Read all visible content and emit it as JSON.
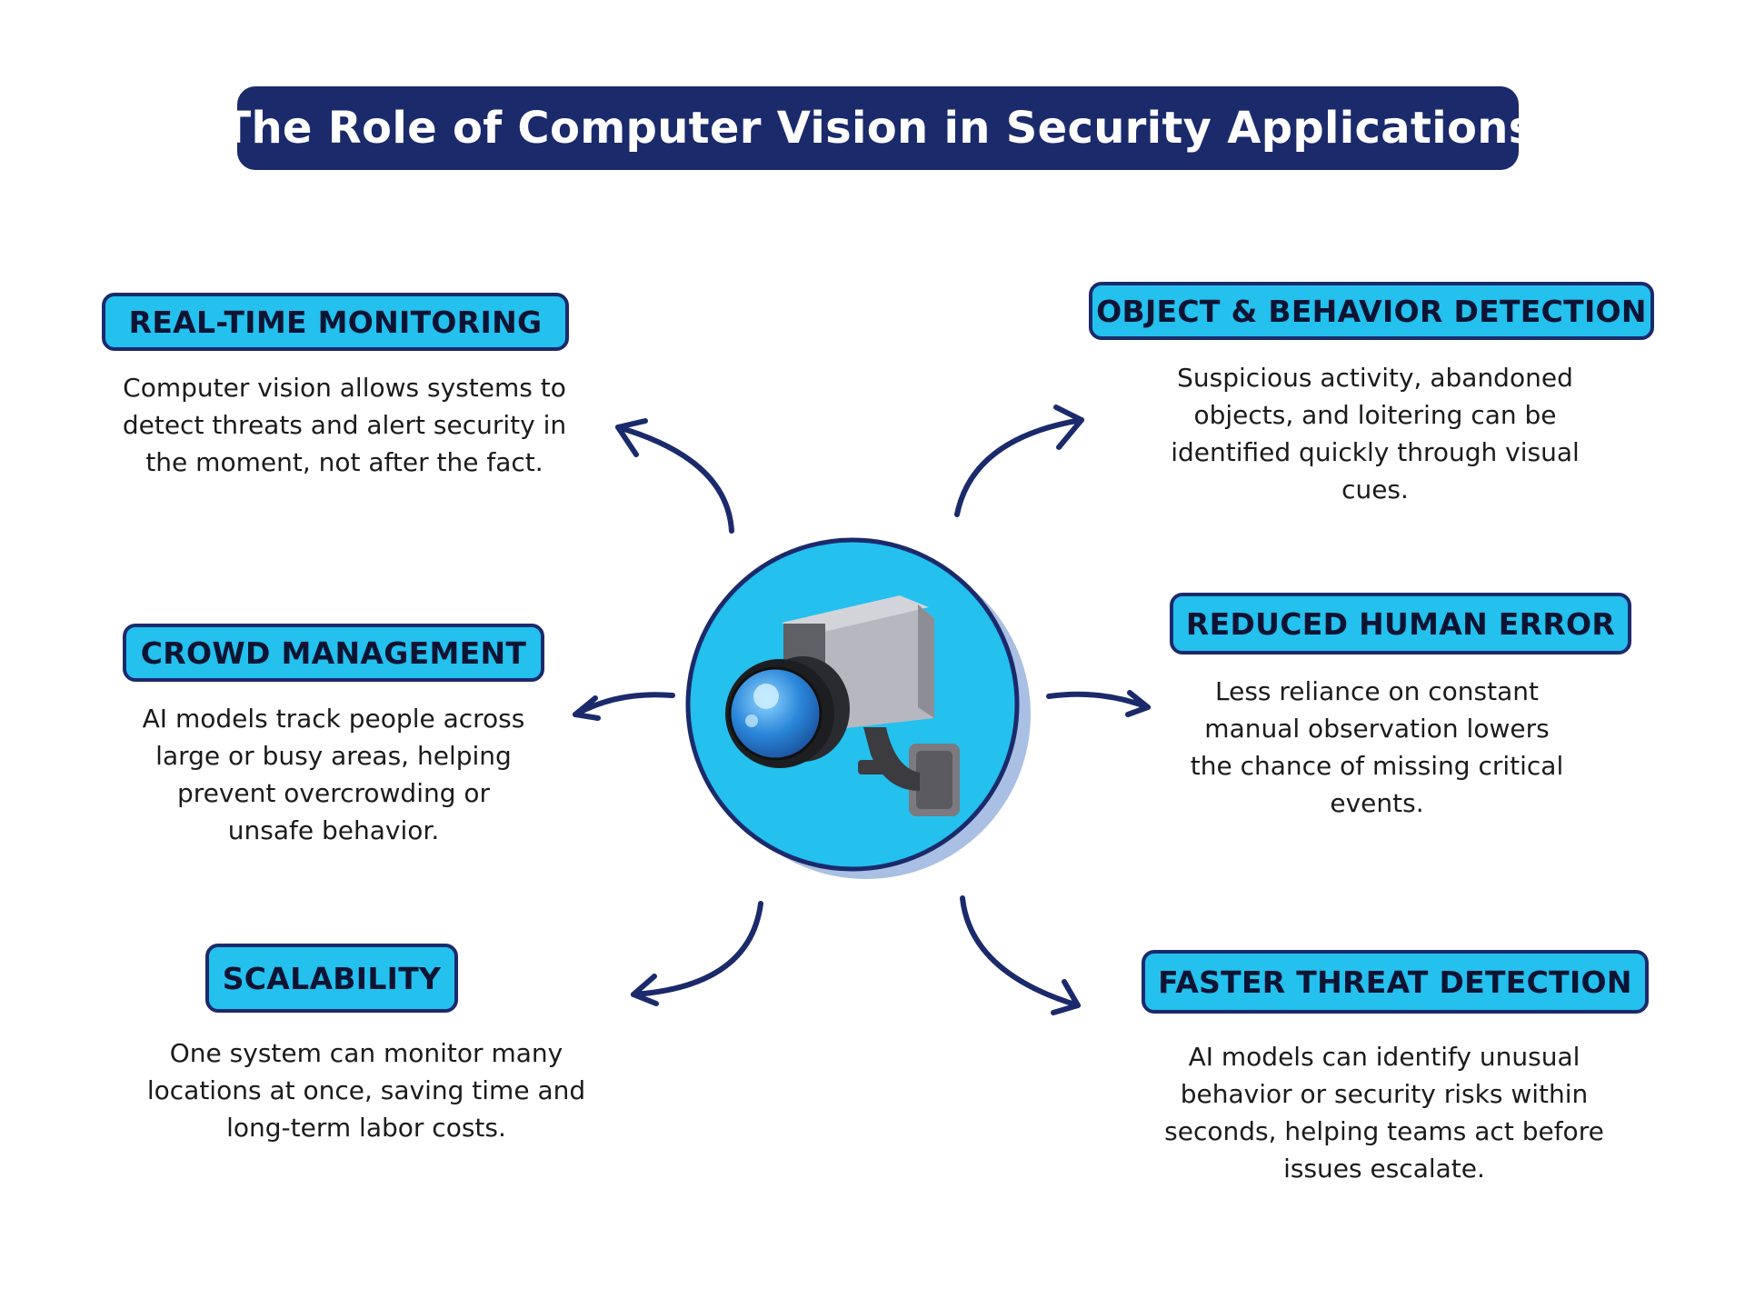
{
  "title": "The Role of Computer Vision in Security Applications",
  "center_icon": "security-camera-icon",
  "colors": {
    "navy": "#1b2a6b",
    "accent_cyan": "#24c0ee",
    "circle_shadow": "#a9bfe3"
  },
  "cards": {
    "realtime": {
      "label": "REAL-TIME MONITORING",
      "text": "Computer vision allows systems to detect threats and alert security in the moment, not after the fact."
    },
    "object": {
      "label": "OBJECT & BEHAVIOR DETECTION",
      "text": "Suspicious activity, abandoned objects, and loitering can be identified quickly through visual cues."
    },
    "crowd": {
      "label": "CROWD MANAGEMENT",
      "text": "AI models track people across large or busy areas, helping prevent overcrowding or unsafe behavior."
    },
    "human_error": {
      "label": "REDUCED HUMAN ERROR",
      "text": "Less reliance on constant manual observation lowers the chance of missing critical events."
    },
    "scalability": {
      "label": "SCALABILITY",
      "text": "One system can monitor many locations at once, saving time and long-term labor costs."
    },
    "faster": {
      "label": "FASTER THREAT DETECTION",
      "text": "AI models can identify unusual behavior or security risks within seconds, helping teams act before issues escalate."
    }
  }
}
